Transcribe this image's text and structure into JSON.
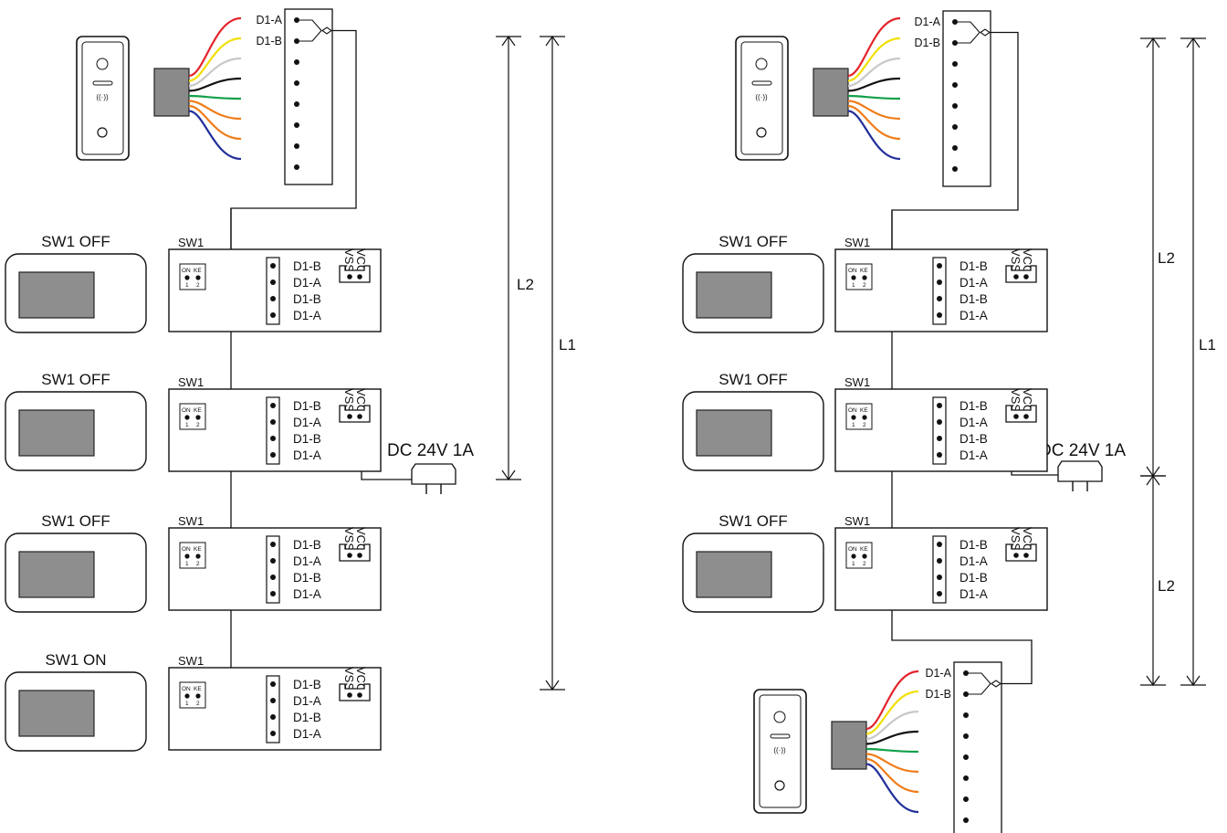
{
  "labels": {
    "sw1": "SW1",
    "pin_d1b": "D1-B",
    "pin_d1a": "D1-A",
    "vcc": "VCC",
    "vss": "VSS",
    "dip_on": "ON",
    "dip_ke": "KE",
    "dip_1": "1",
    "dip_2": "2",
    "dc_power": "DC 24V 1A",
    "dim_l1": "L1",
    "dim_l2": "L2"
  },
  "monitor_switch_labels": {
    "off": "SW1 OFF",
    "on": "SW1 ON"
  },
  "diagrams": [
    {
      "name": "left",
      "monitors": [
        "SW1 OFF",
        "SW1 OFF",
        "SW1 OFF",
        "SW1 ON"
      ],
      "outdoor_stations": 1,
      "power_supply_at_monitor": 2,
      "dimensions": [
        "L2",
        "L1"
      ]
    },
    {
      "name": "right",
      "monitors": [
        "SW1 OFF",
        "SW1 OFF",
        "SW1 OFF"
      ],
      "outdoor_stations": 2,
      "power_supply_at_monitor": 2,
      "dimensions": [
        "L2",
        "L2",
        "L1"
      ]
    }
  ],
  "wire_colors": [
    "#e3232b",
    "#f2df00",
    "#c8c8c8",
    "#111111",
    "#13a04a",
    "#ef7d1a",
    "#ef7d1a",
    "#23309a"
  ]
}
